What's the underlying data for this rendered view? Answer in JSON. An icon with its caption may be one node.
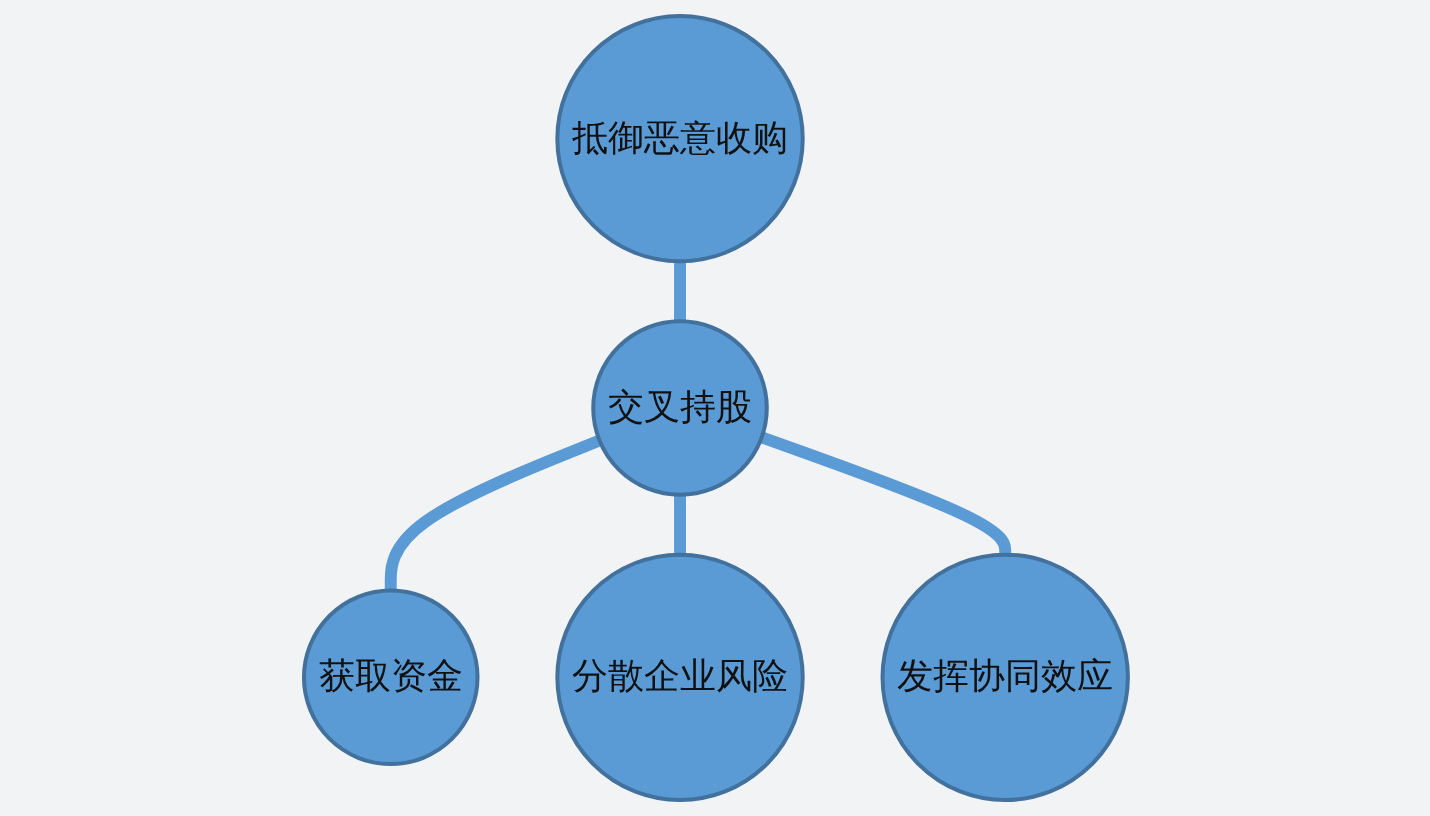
{
  "diagram": {
    "nodes": [
      {
        "text": [
          "抵御恶意收购"
        ]
      },
      {
        "text": [
          "获取资金"
        ]
      },
      {
        "text": [
          "交叉持股"
        ]
      },
      {
        "text": [
          "发挥协同效应"
        ]
      },
      {
        "text": [
          "分散企业风险"
        ]
      }
    ],
    "edges": [
      {
        "from": 0,
        "to": 2,
        "arrow": "none"
      },
      {
        "from": 2,
        "to": 1,
        "arrow": "none"
      },
      {
        "from": 2,
        "to": 4,
        "arrow": "none"
      },
      {
        "from": 2,
        "to": 3,
        "arrow": "none"
      }
    ]
  }
}
